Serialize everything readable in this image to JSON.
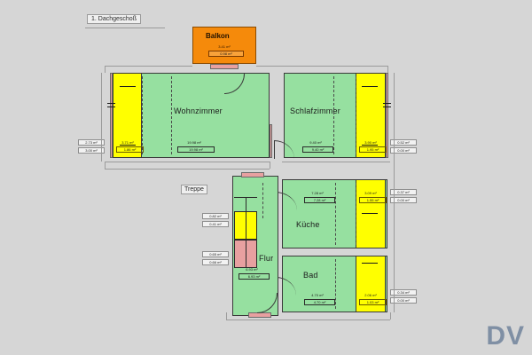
{
  "plan": {
    "title": "1. Dachgeschoß",
    "watermark": "DV",
    "unit": "m²"
  },
  "rooms": [
    {
      "id": "balkon",
      "name": "Balkon",
      "area_top": "3.41 m²",
      "area_box": "0.98 m²",
      "fill": "#f58a0b"
    },
    {
      "id": "wohnzimmer",
      "name": "Wohnzimmer",
      "area_top": "19.98 m²",
      "area_box": "19.98 m²",
      "fill": "#96e0a0"
    },
    {
      "id": "wohnzimmer_niche",
      "name": "",
      "area_top": "3.71 m²",
      "area_box": "1.86 m²",
      "fill": "#ffff00"
    },
    {
      "id": "schlafzimmer",
      "name": "Schlafzimmer",
      "area_top": "9.40 m²",
      "area_box": "9.40 m²",
      "fill": "#96e0a0"
    },
    {
      "id": "schlafzimmer_niche",
      "name": "",
      "area_top": "3.90 m²",
      "area_box": "1.95 m²",
      "fill": "#ffff00"
    },
    {
      "id": "kueche",
      "name": "Küche",
      "area_top": "7.28 m²",
      "area_box": "7.28 m²",
      "fill": "#96e0a0"
    },
    {
      "id": "kueche_niche",
      "name": "",
      "area_top": "3.09 m²",
      "area_box": "1.55 m²",
      "fill": "#ffff00"
    },
    {
      "id": "bad",
      "name": "Bad",
      "area_top": "4.70 m²",
      "area_box": "4.70 m²",
      "fill": "#96e0a0"
    },
    {
      "id": "bad_niche",
      "name": "",
      "area_top": "2.06 m²",
      "area_box": "1.03 m²",
      "fill": "#ffff00"
    },
    {
      "id": "flur",
      "name": "Flur",
      "area_top": "6.93 m²",
      "area_box": "6.93 m²",
      "fill": "#96e0a0"
    }
  ],
  "labels": {
    "treppe": "Treppe"
  },
  "callouts": {
    "left_wohnzimmer": {
      "top": "2.73 m²",
      "bottom": "3.00 m²"
    },
    "left_treppe_upper": {
      "top": "0.82 m²",
      "bottom": "0.41 m²"
    },
    "left_treppe_lower": {
      "top": "0.65 m²",
      "bottom": "0.66 m²"
    },
    "right_schlafzimmer": {
      "top": "0.52 m²",
      "bottom": "0.00 m²"
    },
    "right_kueche": {
      "top": "0.37 m²",
      "bottom": "0.00 m²"
    },
    "right_bad": {
      "top": "0.34 m²",
      "bottom": "0.00 m²"
    }
  }
}
